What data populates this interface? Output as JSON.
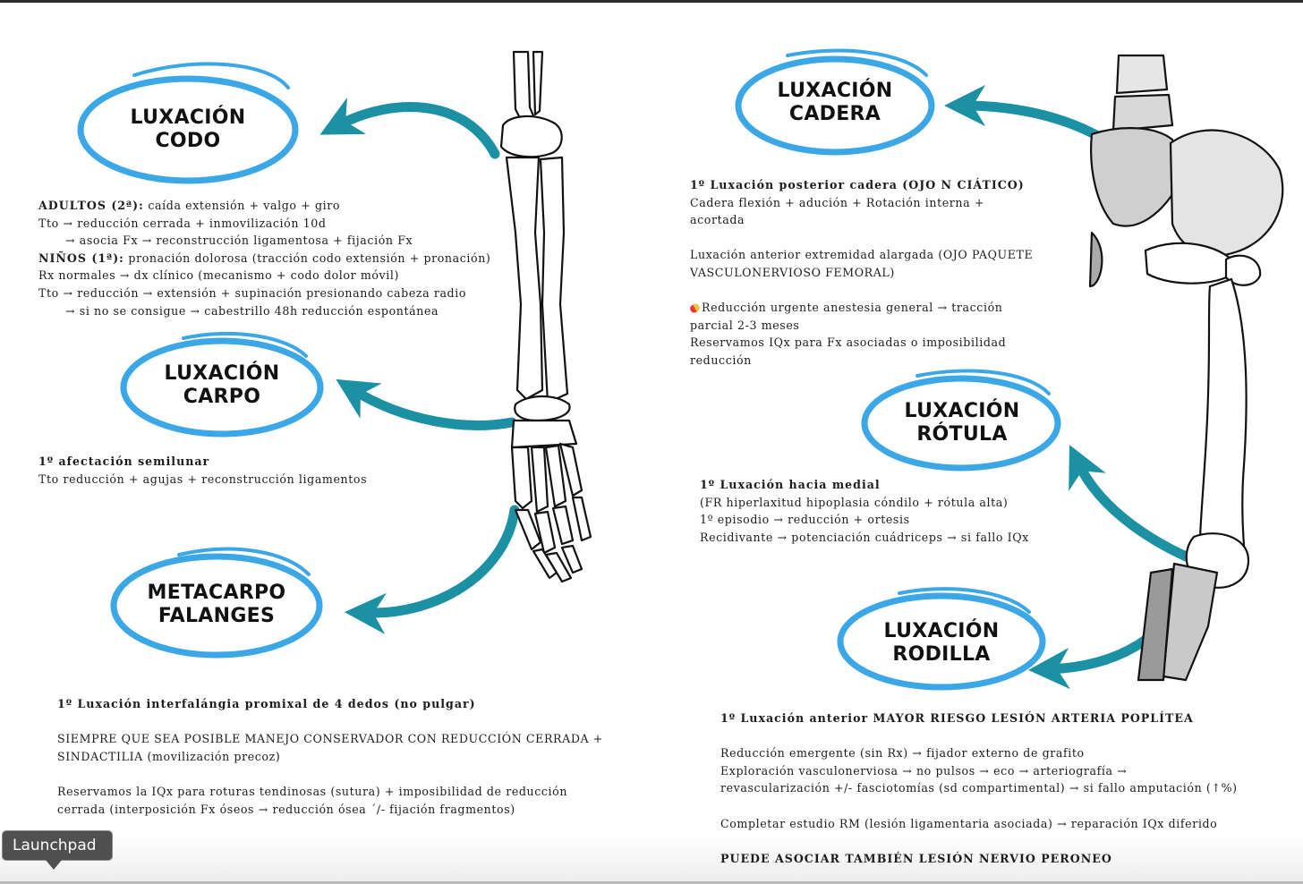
{
  "titles": {
    "codo": [
      "LUXACIÓN",
      "CODO"
    ],
    "carpo": [
      "LUXACIÓN",
      "CARPO"
    ],
    "metacarpo": [
      "METACARPO",
      "FALANGES"
    ],
    "cadera": [
      "LUXACIÓN",
      "CADERA"
    ],
    "rotula": [
      "LUXACIÓN",
      "RÓTULA"
    ],
    "rodilla": [
      "LUXACIÓN",
      "RODILLA"
    ]
  },
  "codo_text": {
    "l1_bold": "ADULTOS (2ª):",
    "l1": " caída extensión + valgo + giro",
    "l2": "Tto → reducción cerrada + inmovilización 10d",
    "l3": "→ asocia Fx → reconstrucción ligamentosa + fijación Fx",
    "l4_bold": "NIÑOS (1ª):",
    "l4": " pronación dolorosa (tracción codo extensión + pronación)",
    "l5": "Rx normales → dx clínico (mecanismo + codo dolor móvil)",
    "l6": "Tto → reducción → extensión + supinación presionando cabeza radio",
    "l7": "→ si no se consigue → cabestrillo 48h reducción espontánea"
  },
  "carpo_text": {
    "l1_bold": "1º afectación semilunar",
    "l2": "Tto reducción + agujas + reconstrucción ligamentos"
  },
  "metacarpo_text": {
    "l1_bold": "1º Luxación interfalángia promixal de 4 dedos (no pulgar)",
    "l2": "SIEMPRE QUE SEA POSIBLE MANEJO CONSERVADOR CON REDUCCIÓN CERRADA +",
    "l3": "SINDACTILIA (movilización precoz)",
    "l4": "Reservamos la IQx para roturas tendinosas (sutura) + imposibilidad de reducción",
    "l5": "cerrada (interposición Fx óseos → reducción ósea ´/- fijación fragmentos)"
  },
  "cadera_text": {
    "l1_bold": "1º Luxación posterior cadera (OJO N CIÁTICO)",
    "l2": "Cadera flexión + adución + Rotación interna +",
    "l3": "acortada",
    "l4": "Luxación anterior extremidad alargada (OJO PAQUETE",
    "l5": "VASCULONERVIOSO FEMORAL)",
    "l6": "Reducción urgente anestesia general → tracción",
    "l7": "parcial 2-3 meses",
    "l8": "Reservamos IQx para Fx asociadas o imposibilidad",
    "l9": "reducción"
  },
  "rotula_text": {
    "l1_bold": "1º Luxación hacia medial",
    "l2": "(FR hiperlaxitud hipoplasia cóndilo + rótula alta)",
    "l3": "1º episodio → reducción + ortesis",
    "l4": "Recidivante → potenciación cuádriceps → si fallo IQx"
  },
  "rodilla_text": {
    "l1_bold": "1º Luxación anterior MAYOR RIESGO LESIÓN ARTERIA POPLÍTEA",
    "l2": "Reducción emergente (sin Rx) → fijador externo de grafito",
    "l3": "Exploración vasculonerviosa → no pulsos → eco → arteriografía →",
    "l4": "revascularización +/- fasciotomías (sd compartimental) → si fallo amputación (↑%)",
    "l5": "Completar estudio RM (lesión ligamentaria asociada) → reparación IQx diferido",
    "l6_bold": "PUEDE ASOCIAR TAMBIÉN LESIÓN NERVIO PERONEO"
  },
  "launchpad": "Launchpad",
  "colors": {
    "ellipse": "#3ba7e6",
    "arrow": "#1b91a3",
    "bone": "#111111"
  }
}
